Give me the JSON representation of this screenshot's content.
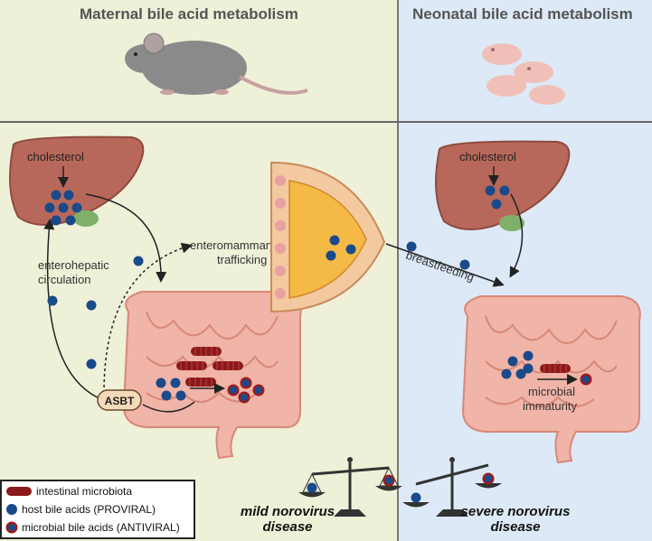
{
  "maternal": {
    "title": "Maternal bile acid metabolism",
    "cholesterol": "cholesterol",
    "enterohepatic": "enterohepatic",
    "circulation": "circulation",
    "enteromammary": "enteromammary",
    "trafficking": "trafficking",
    "asbt": "ASBT",
    "outcome_line1": "mild norovirus",
    "outcome_line2": "disease"
  },
  "neonatal": {
    "title": "Neonatal bile acid metabolism",
    "cholesterol": "cholesterol",
    "breastfeeding": "breastfeeding",
    "microbial": "microbial",
    "immaturity": "immaturity",
    "outcome_line1": "severe norovirus",
    "outcome_line2": "disease"
  },
  "legend": {
    "microbiota": "intestinal microbiota",
    "host": "host bile acids (PROVIRAL)",
    "microbial": "microbial bile acids (ANTIVIRAL)"
  },
  "colors": {
    "left_bg": "#eef0d8",
    "right_bg": "#dde9f7",
    "host_dot": "#1a4a8a",
    "microbial_ring": "#a01a1a",
    "bacteria": "#8b1a1a",
    "liver": "#b8685a",
    "intestine": "#f0b4a8"
  }
}
